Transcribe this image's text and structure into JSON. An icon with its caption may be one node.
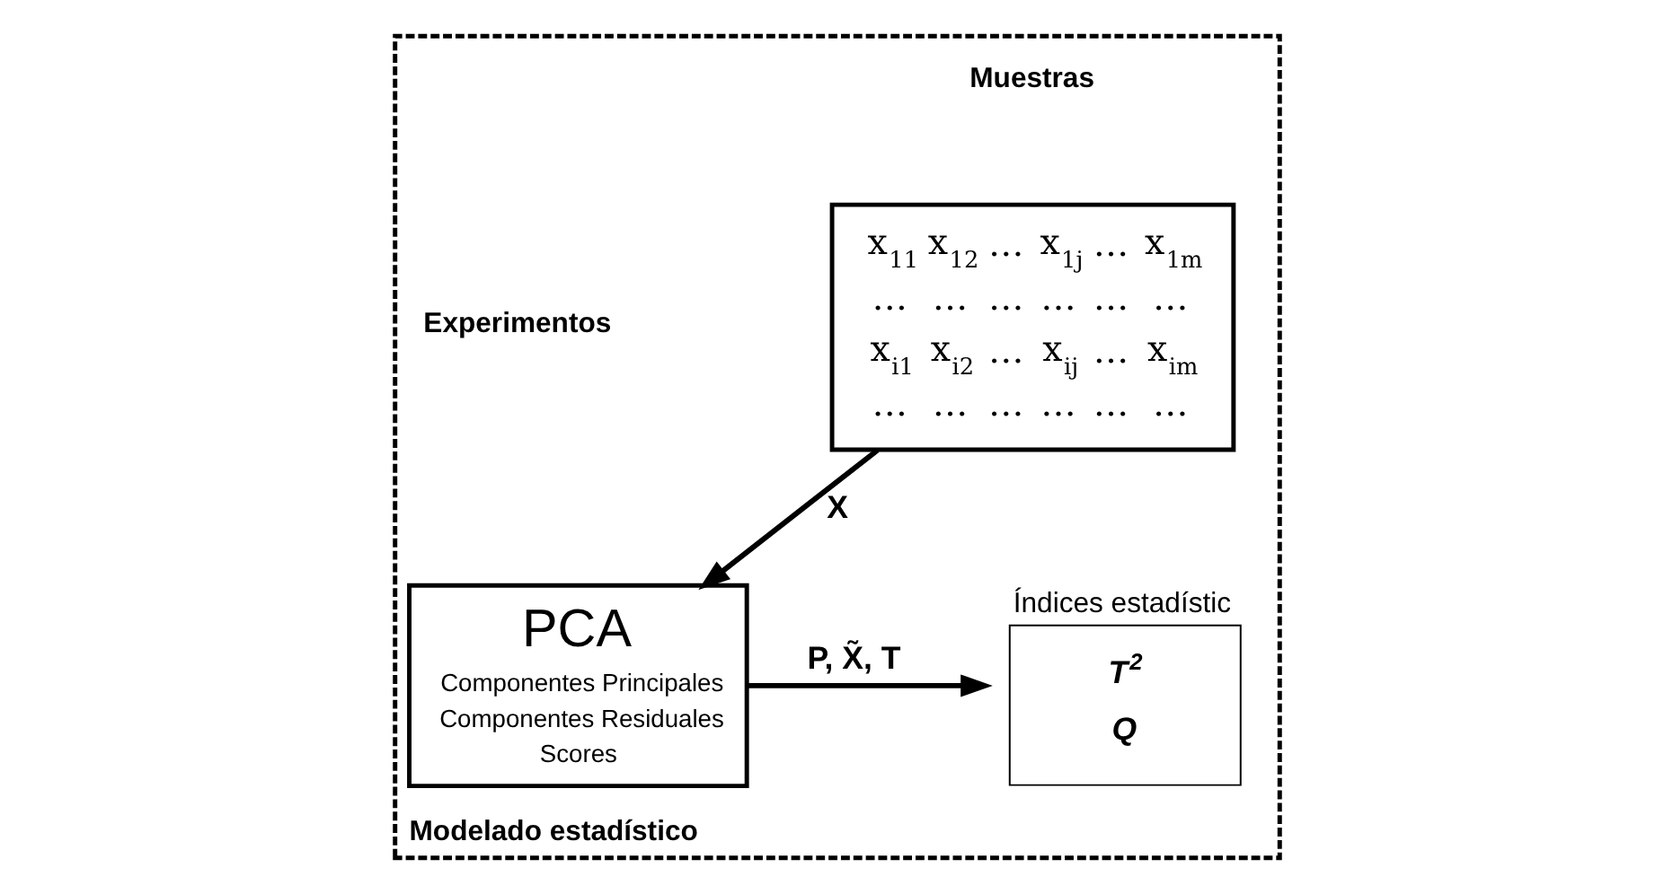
{
  "diagram": {
    "nodes": [
      {
        "text": [
          "Modelado estadístico"
        ]
      },
      {
        "text": [
          "x$_{11}$ x$_{12}$ … x$_{1j}$ … x$_{1m}$",
          "… … … … … …",
          "x$_{i1}$ x$_{i2}$ … x$_{ij}$ … x$_{im}$",
          "… … … … … …"
        ],
        "in": 0
      },
      {
        "text": [
          "PCA",
          "Componentes Principales",
          "Componentes Residuales",
          "Scores"
        ],
        "in": 0
      },
      {
        "text": [
          "Índices estadístic",
          "T$^{2}$",
          "Q"
        ],
        "in": 0
      }
    ],
    "edges": [
      {
        "from": 1,
        "to": 2,
        "arrow": "to",
        "label": "X"
      },
      {
        "from": 2,
        "to": 3,
        "arrow": "to",
        "label": "P, X̃, T"
      }
    ],
    "labels": [
      "Muestras",
      "Experimentos"
    ]
  }
}
